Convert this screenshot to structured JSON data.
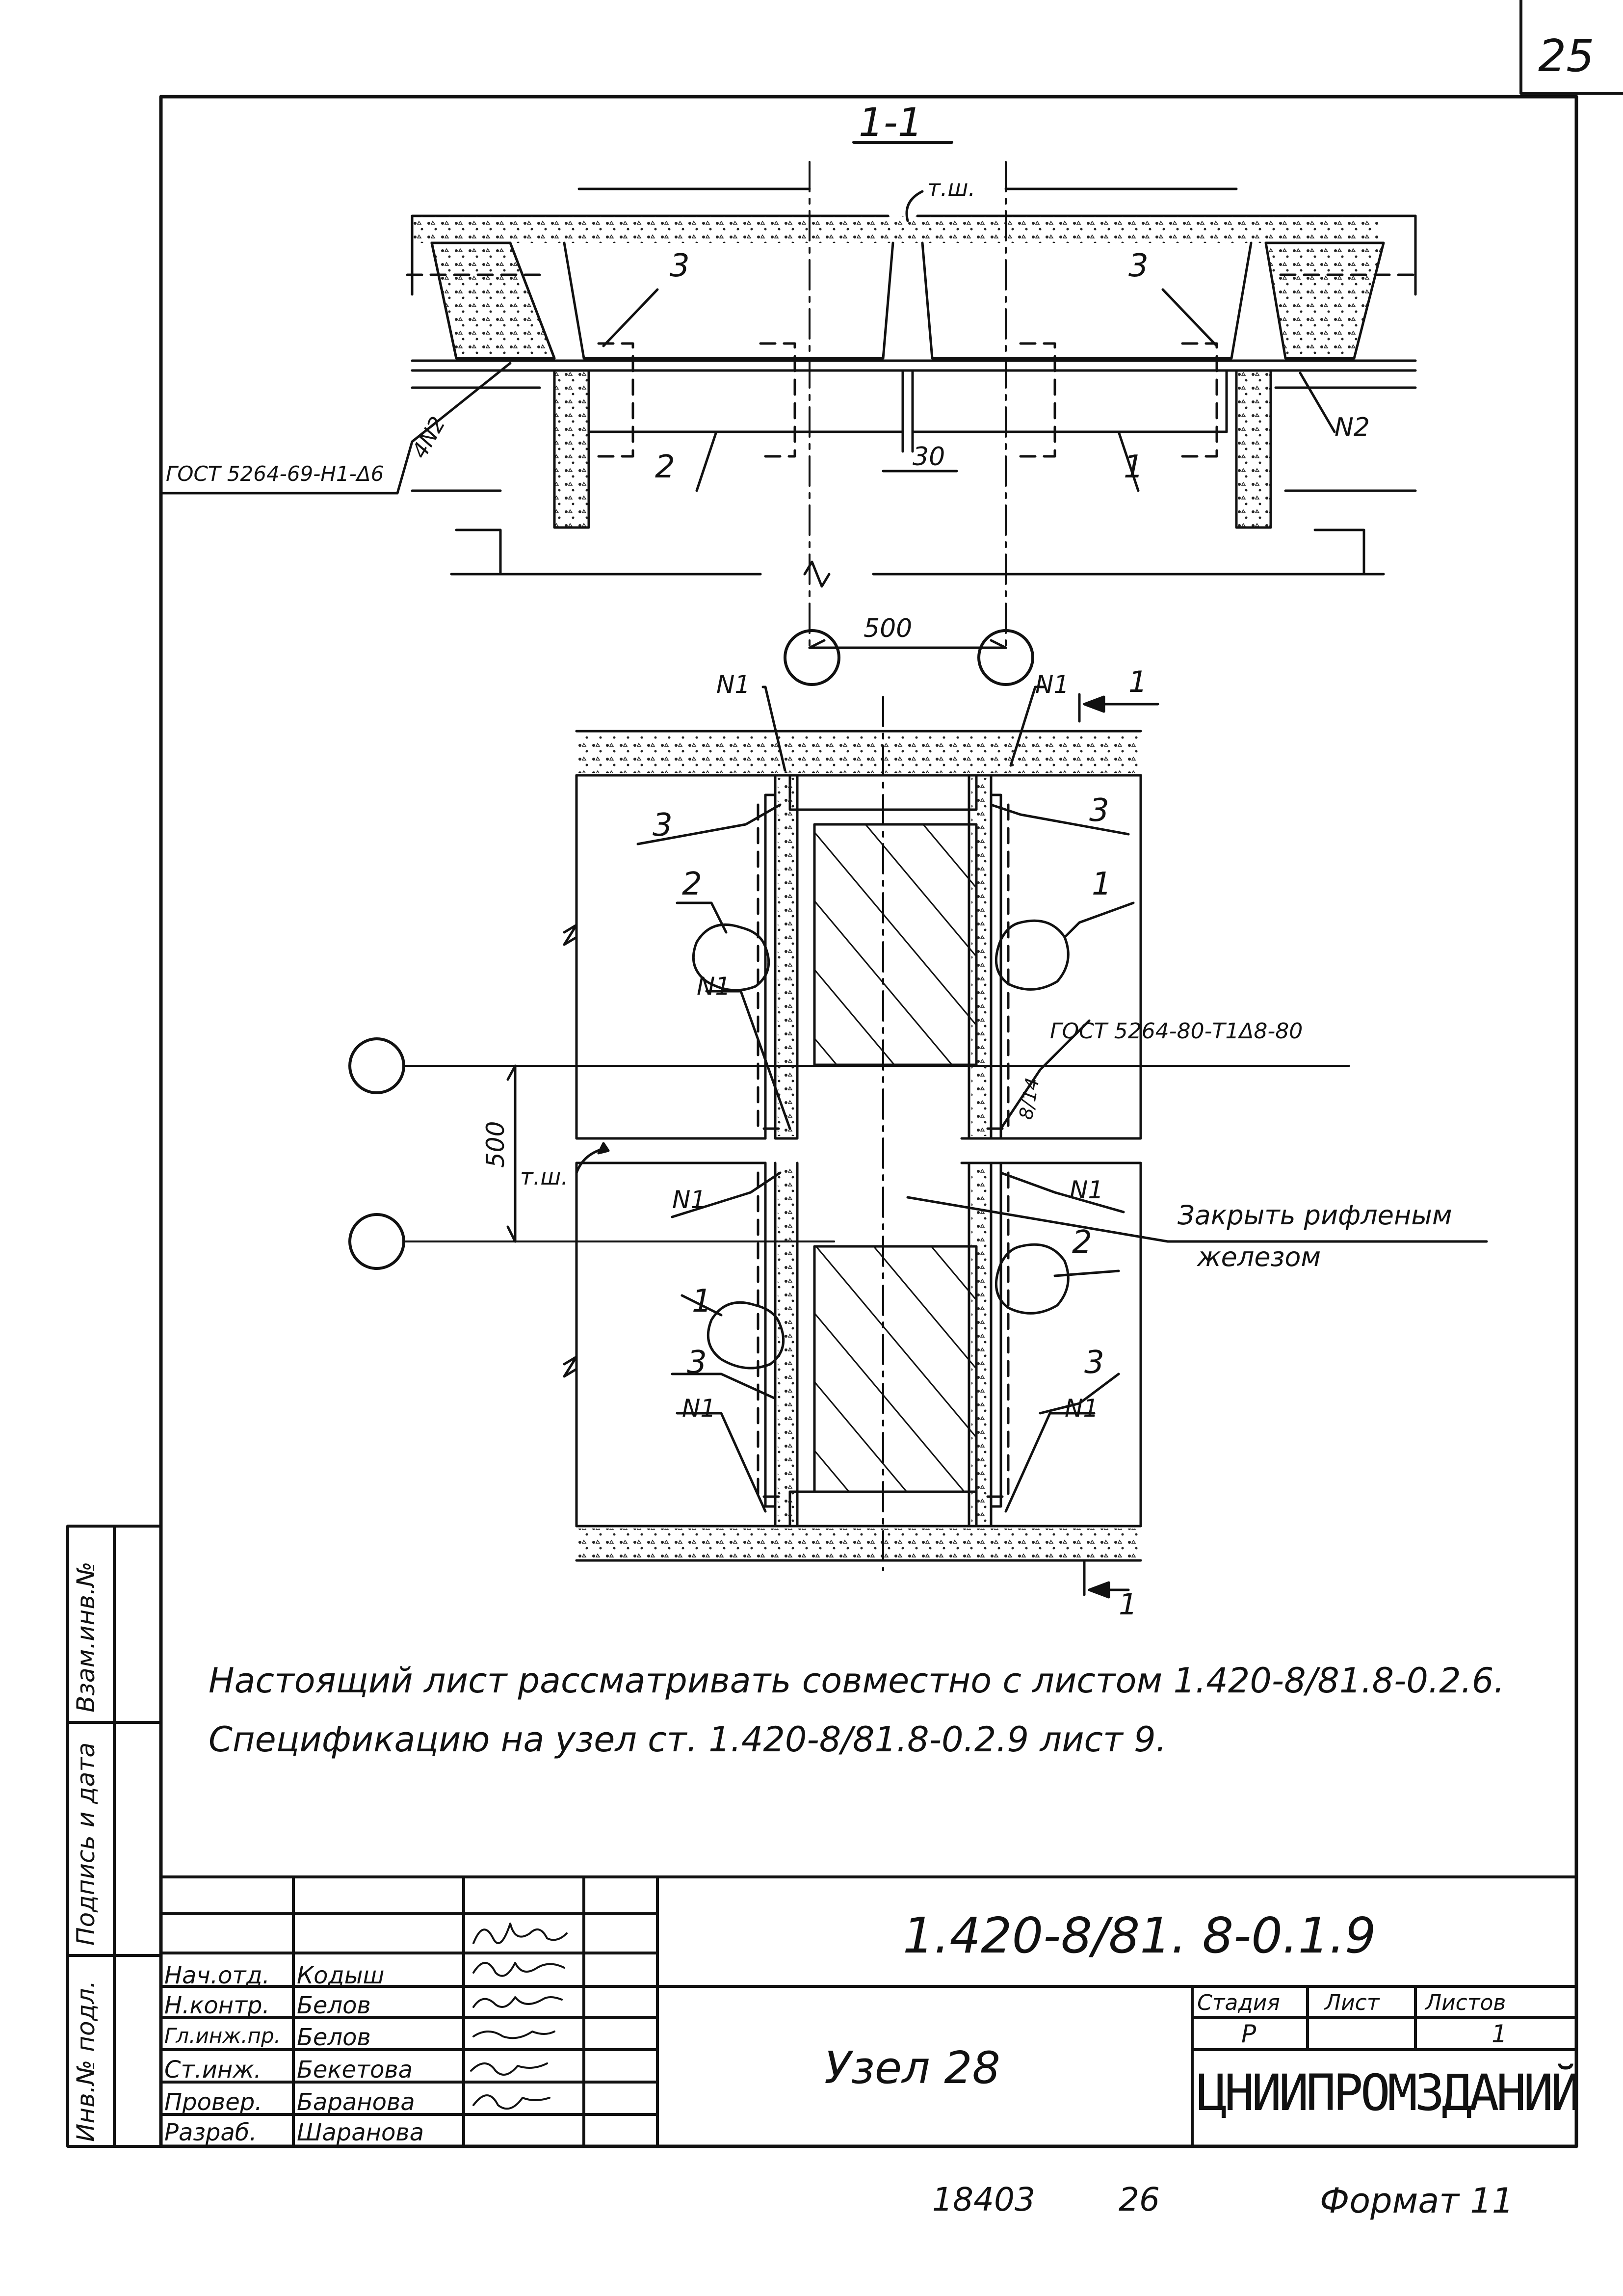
{
  "sheet": {
    "page_number": "25",
    "section_title": "1-1",
    "inventory_number": "18403",
    "copy_number": "26",
    "format": "Формат 11"
  },
  "section_view": {
    "weld_mark": "т.ш.",
    "gost_weld_left": "ГОСТ 5264-69-Н1-Δ6",
    "weld_leg_left": "4N2",
    "weld_n2_right": "N2",
    "gap_dimension": "30",
    "axis_distance": "500",
    "callouts": [
      "1",
      "2",
      "3",
      "3"
    ]
  },
  "plan_view": {
    "section_marker": "1",
    "axis_distance": "500",
    "weld_mark": "т.ш.",
    "gost_weld": "ГОСТ 5264-80-Т1Δ8-80",
    "weld_leg": "8/14",
    "cover_note_line1": "Закрыть рифленым",
    "cover_note_line2": "железом",
    "weld_n1": "N1",
    "callouts": [
      "1",
      "2",
      "3"
    ]
  },
  "notes": {
    "line1": "Настоящий лист рассматривать совместно с листом 1.420-8/81.8-0.2.6.",
    "line2": "Спецификацию на узел   ст. 1.420-8/81.8-0.2.9  лист 9."
  },
  "side_stamp": {
    "col1": "Взам.инв.№",
    "col2": "Подпись и дата",
    "col3": "Инв.№ подл."
  },
  "title_block": {
    "designation": "1.420-8/81. 8-0.1.9",
    "title": "Узел 28",
    "stage_header": "Стадия",
    "sheet_header": "Лист",
    "sheets_header": "Листов",
    "stage": "Р",
    "sheet": "",
    "sheets": "1",
    "organization": "ЦНИИПРОМЗДАНИЙ",
    "staff": [
      {
        "role": "Нач.отд.",
        "name": "Кодыш"
      },
      {
        "role": "Н.контр.",
        "name": "Белов"
      },
      {
        "role": "Гл.инж.пр.",
        "name": "Белов"
      },
      {
        "role": "Ст.инж.",
        "name": "Бекетова"
      },
      {
        "role": "Провер.",
        "name": "Баранова"
      },
      {
        "role": "Разраб.",
        "name": "Шаранова"
      }
    ]
  }
}
